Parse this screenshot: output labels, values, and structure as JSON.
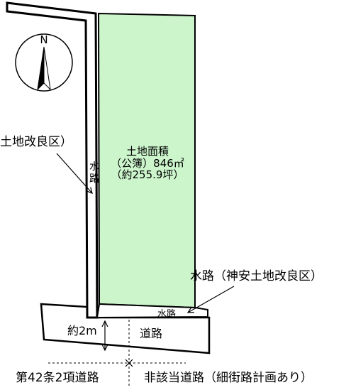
{
  "diagram": {
    "plot": {
      "title": "土地面積",
      "area_official": "（公簿）846㎡",
      "area_tsubo": "（約255.9坪）"
    },
    "compass": {
      "north_label": "N",
      "icon": "north-arrow-icon"
    },
    "labels": {
      "left_callout": "土地改良区）",
      "channel_vertical_1": "水",
      "channel_vertical_2": "路",
      "channel_bottom": "水路",
      "right_callout": "水路（神安土地改良区）",
      "road_width": "約2m",
      "road": "道路",
      "road_type_left": "第42条2項道路",
      "road_type_right": "非該当道路（細街路計画あり）"
    }
  },
  "colors": {
    "plot_fill": "#ccf5cc",
    "line": "#000000",
    "background": "#ffffff"
  }
}
